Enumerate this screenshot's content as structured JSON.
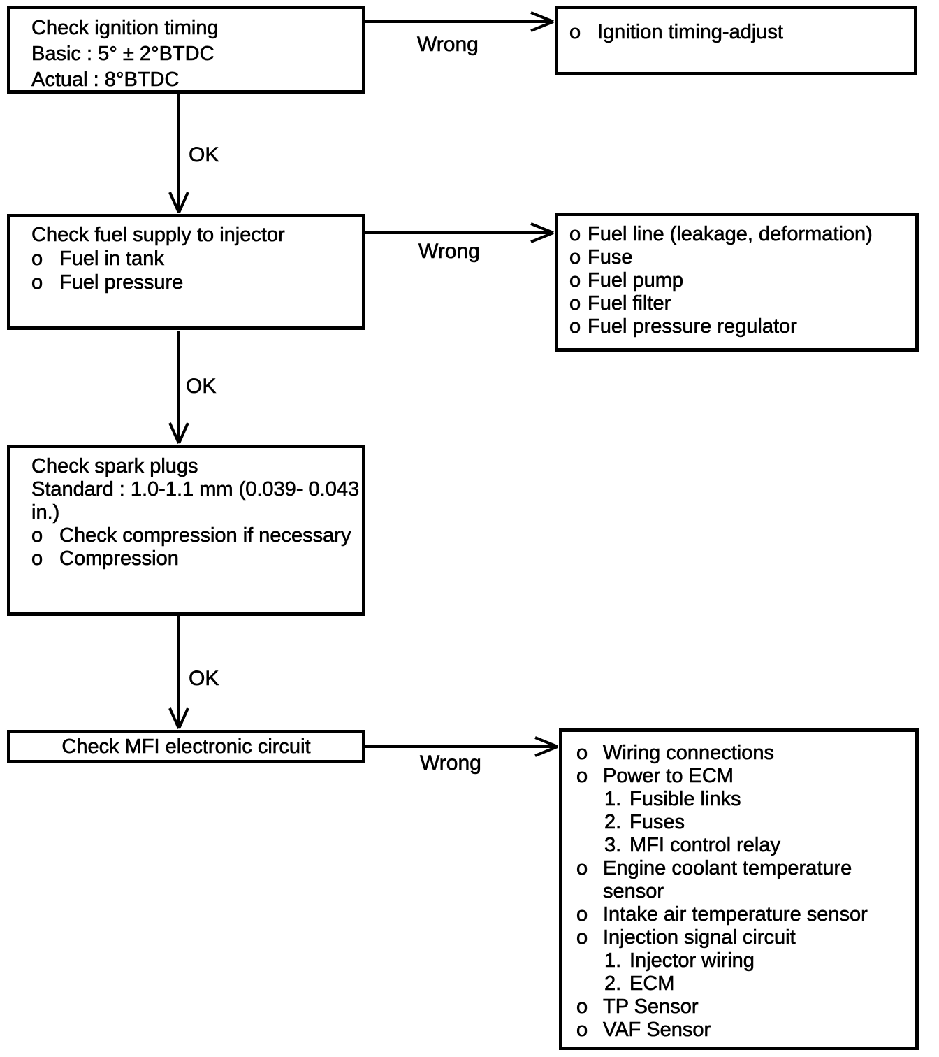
{
  "flowchart": {
    "colors": {
      "ink": "#000000",
      "paper": "#ffffff"
    },
    "labels": {
      "ok": "OK",
      "wrong": "Wrong"
    },
    "ignition": {
      "line1": "Check ignition timing",
      "line2": "Basic : 5° ± 2°BTDC",
      "line3": "Actual : 8°BTDC"
    },
    "ignition_adjust": {
      "items": [
        {
          "marker": "o",
          "indent": 0,
          "text": "Ignition timing-adjust"
        }
      ]
    },
    "fuel_supply": {
      "title": "Check fuel supply to injector",
      "items": [
        {
          "marker": "o",
          "indent": 0,
          "text": "Fuel in tank"
        },
        {
          "marker": "o",
          "indent": 0,
          "text": "Fuel pressure"
        }
      ]
    },
    "fuel_causes": {
      "items": [
        {
          "marker": "o",
          "indent": 0,
          "text": "Fuel line (leakage, deformation)"
        },
        {
          "marker": "o",
          "indent": 0,
          "text": "Fuse"
        },
        {
          "marker": "o",
          "indent": 0,
          "text": "Fuel pump"
        },
        {
          "marker": "o",
          "indent": 0,
          "text": "Fuel filter"
        },
        {
          "marker": "o",
          "indent": 0,
          "text": "Fuel pressure regulator"
        }
      ]
    },
    "spark_plugs": {
      "title": "Check spark plugs",
      "line2": "Standard : 1.0-1.1 mm (0.039- 0.043",
      "line3": "in.)",
      "items": [
        {
          "marker": "o",
          "indent": 0,
          "text": "Check compression if necessary"
        },
        {
          "marker": "o",
          "indent": 0,
          "text": "Compression"
        }
      ]
    },
    "mfi": {
      "title": "Check MFI electronic circuit"
    },
    "mfi_causes": {
      "items": [
        {
          "marker": "o",
          "indent": 0,
          "text": "Wiring connections"
        },
        {
          "marker": "o",
          "indent": 0,
          "text": "Power to ECM"
        },
        {
          "marker": "1.",
          "indent": 1,
          "text": "Fusible links"
        },
        {
          "marker": "2.",
          "indent": 1,
          "text": "Fuses"
        },
        {
          "marker": "3.",
          "indent": 1,
          "text": "MFI control relay"
        },
        {
          "marker": "o",
          "indent": 0,
          "text": "Engine coolant temperature sensor"
        },
        {
          "marker": "o",
          "indent": 0,
          "text": "Intake air temperature sensor"
        },
        {
          "marker": "o",
          "indent": 0,
          "text": "Injection signal circuit"
        },
        {
          "marker": "1.",
          "indent": 1,
          "text": "Injector wiring"
        },
        {
          "marker": "2.",
          "indent": 1,
          "text": "ECM"
        },
        {
          "marker": "o",
          "indent": 0,
          "text": "TP Sensor"
        },
        {
          "marker": "o",
          "indent": 0,
          "text": "VAF Sensor"
        }
      ]
    }
  }
}
